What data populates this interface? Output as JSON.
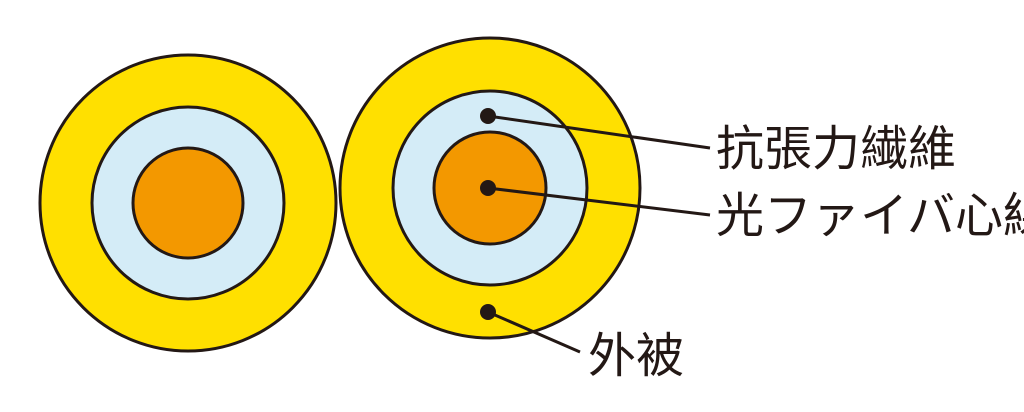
{
  "labels": {
    "tension_member": "抗張力繊維",
    "fiber_core": "光ファイバ心線",
    "jacket": "外被"
  },
  "colors": {
    "jacket": "#FFE000",
    "tension_member": "#D4ECF7",
    "fiber_core": "#F39800",
    "outline": "#231815",
    "background": "#FFFFFF"
  }
}
